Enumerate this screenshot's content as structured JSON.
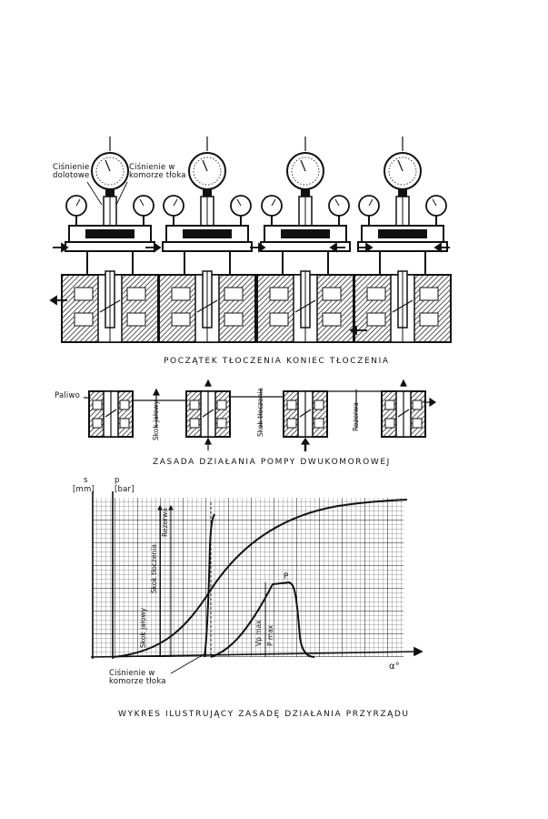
{
  "top_section": {
    "labels": {
      "bit_pressure": "Ciśnienie dolotowe",
      "chamber_pressure": "Ciśnienie w komorze tłoka"
    },
    "caption": "POCZĄTEK TŁOCZENIA  KONIEC TŁOCZENIA"
  },
  "middle_section": {
    "labels": {
      "fuel": "Paliwo",
      "idle_stroke": "Skok jałowy",
      "pump_stroke": "Skok tłoczenia",
      "reserve": "Rezerwa"
    },
    "caption": "ZASADA  DZIAŁANIA  POMPY  DWUKOMOROWEJ"
  },
  "chart": {
    "y1_label": "s",
    "y1_unit": "[mm]",
    "y2_label": "p",
    "y2_unit": "[bar]",
    "x_label": "α°",
    "vertical_labels": {
      "reserve": "Rezerwa",
      "pump_stroke": "Skok tłoczenia",
      "idle_stroke": "Skok jałowy",
      "vp_max": "Vp max",
      "p_max": "P max",
      "peak": "P"
    },
    "annotation": "Ciśnienie w komorze tłoka",
    "caption": "WYKRES  ILUSTRUJĄCY  ZASADĘ  DZIAŁANIA  PRZYRZĄDU"
  }
}
